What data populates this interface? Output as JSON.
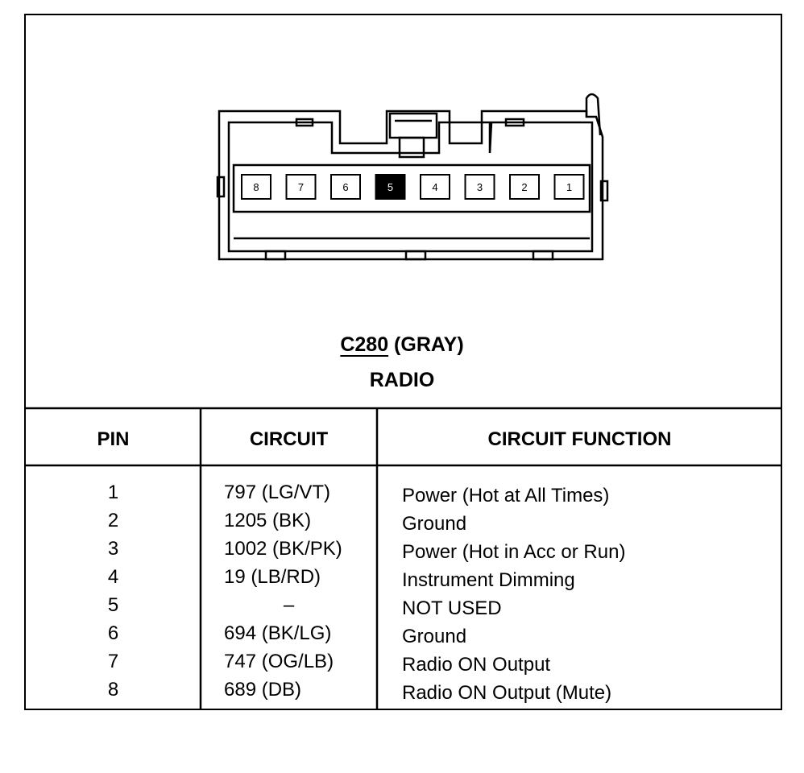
{
  "connector": {
    "code": "C280",
    "color_label": " (GRAY)",
    "name": "RADIO",
    "pins_shown": [
      "8",
      "7",
      "6",
      "5",
      "4",
      "3",
      "2",
      "1"
    ],
    "highlighted_pin": "5"
  },
  "table": {
    "headers": {
      "pin": "PIN",
      "circuit": "CIRCUIT",
      "function": "CIRCUIT FUNCTION"
    },
    "rows": [
      {
        "pin": "1",
        "circuit": "797 (LG/VT)",
        "function": "Power (Hot at All Times)"
      },
      {
        "pin": "2",
        "circuit": "1205 (BK)",
        "function": "Ground"
      },
      {
        "pin": "3",
        "circuit": "1002 (BK/PK)",
        "function": "Power (Hot in Acc or Run)"
      },
      {
        "pin": "4",
        "circuit": "19 (LB/RD)",
        "function": "Instrument Dimming"
      },
      {
        "pin": "5",
        "circuit": "–",
        "function": "NOT USED"
      },
      {
        "pin": "6",
        "circuit": "694 (BK/LG)",
        "function": "Ground"
      },
      {
        "pin": "7",
        "circuit": "747 (OG/LB)",
        "function": "Radio ON Output"
      },
      {
        "pin": "8",
        "circuit": "689 (DB)",
        "function": "Radio ON Output (Mute)"
      }
    ]
  }
}
